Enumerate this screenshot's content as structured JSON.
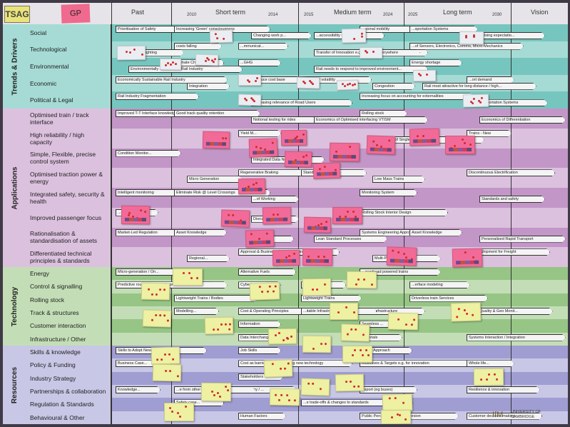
{
  "header": {
    "logo": "TSAG",
    "owner_note": "GP",
    "columns": [
      {
        "key": "past",
        "label": "Past"
      },
      {
        "key": "short",
        "label": "Short term"
      },
      {
        "key": "medium",
        "label": "Medium term"
      },
      {
        "key": "long",
        "label": "Long term"
      },
      {
        "key": "vision",
        "label": "Vision"
      }
    ],
    "years": [
      "2010",
      "2014",
      "2015",
      "2024",
      "2025",
      "2030"
    ]
  },
  "sections": [
    {
      "key": "trends",
      "label": "Trends & Drivers",
      "color": "#78c8c2",
      "rows": [
        {
          "key": "social",
          "label": "Social"
        },
        {
          "key": "technological",
          "label": "Technological"
        },
        {
          "key": "environmental",
          "label": "Environmental"
        },
        {
          "key": "economic",
          "label": "Economic"
        },
        {
          "key": "political",
          "label": "Political & Legal"
        }
      ]
    },
    {
      "key": "applications",
      "label": "Applications",
      "color": "#c79ac9",
      "rows": [
        {
          "key": "opt-train",
          "label": "Optimised train / track interface"
        },
        {
          "key": "reliability",
          "label": "High reliability / high capacity"
        },
        {
          "key": "simple",
          "label": "Simple, Flexible, precise control system"
        },
        {
          "key": "traction",
          "label": "Optimised traction power & energy"
        },
        {
          "key": "safety",
          "label": "Integrated safety, security & health"
        },
        {
          "key": "passenger",
          "label": "Improved passenger focus"
        },
        {
          "key": "rationalisation",
          "label": "Rationalisation & standardisation of assets"
        },
        {
          "key": "differentiated",
          "label": "Differentiated technical principles & standards"
        }
      ]
    },
    {
      "key": "technology",
      "label": "Technology",
      "color": "#9cc98a",
      "rows": [
        {
          "key": "energy",
          "label": "Energy"
        },
        {
          "key": "control",
          "label": "Control & signalling"
        },
        {
          "key": "rolling",
          "label": "Rolling stock"
        },
        {
          "key": "track",
          "label": "Track & structures"
        },
        {
          "key": "customer",
          "label": "Customer interaction"
        },
        {
          "key": "infra",
          "label": "Infrastructure / Other"
        }
      ]
    },
    {
      "key": "resources",
      "label": "Resources",
      "color": "#a6a4d4",
      "rows": [
        {
          "key": "skills",
          "label": "Skills & knowledge"
        },
        {
          "key": "policy",
          "label": "Policy & Funding"
        },
        {
          "key": "industry",
          "label": "Industry Strategy"
        },
        {
          "key": "partnerships",
          "label": "Partnerships & collaboration"
        },
        {
          "key": "regulation",
          "label": "Regulation & Standards"
        },
        {
          "key": "behavioural",
          "label": "Behavioural & Other"
        }
      ]
    }
  ],
  "arrows": [
    {
      "row": "social",
      "text": "Prioritisation of Safety"
    },
    {
      "row": "social",
      "text": "Changing work p..."
    },
    {
      "row": "social",
      "text": "...sional mobility"
    },
    {
      "row": "social",
      "text": "Rising expectatio..."
    },
    {
      "row": "social",
      "text": "Increasing 'Green' consciousness"
    },
    {
      "row": "social",
      "text": "...accessibility needs"
    },
    {
      "row": "social",
      "text": "...sportation Systems"
    },
    {
      "row": "technological",
      "text": "costs falling"
    },
    {
      "row": "technological",
      "text": "Transfer of Innovation e.g. Auto / Aero → Rail Indus..."
    },
    {
      "row": "technological",
      "text": "...of Sensors, Electronics, Comms, Micro-Mechanics"
    },
    {
      "row": "technological",
      "text": "...ght weighting"
    },
    {
      "row": "technological",
      "text": "...mmunicat..."
    },
    {
      "row": "technological",
      "text": "...everywhere"
    },
    {
      "row": "environmental",
      "text": "Climate Cha..."
    },
    {
      "row": "environmental",
      "text": "Rail needs to respond to improved environment..."
    },
    {
      "row": "environmental",
      "text": "Energy shortage"
    },
    {
      "row": "environmental",
      "text": "Environmentally Sustainable Rail Industry"
    },
    {
      "row": "environmental",
      "text": "...GHG"
    },
    {
      "row": "economic",
      "text": "Need to reduce cost base"
    },
    {
      "row": "economic",
      "text": "Congestion"
    },
    {
      "row": "economic",
      "text": "...ort demand"
    },
    {
      "row": "economic",
      "text": "Integration"
    },
    {
      "row": "economic",
      "text": "Oil Price / volatility"
    },
    {
      "row": "economic",
      "text": "Rail most attractive for long distance / high..."
    },
    {
      "row": "economic",
      "text": "Economically Sustainable Rail Industry"
    },
    {
      "row": "political",
      "text": "Rail Industry Fragmentation"
    },
    {
      "row": "political",
      "text": "Increasing relevance of Road Users"
    },
    {
      "row": "political",
      "text": "Increasing focus on accounting for externalities"
    },
    {
      "row": "political",
      "text": "...sportation Systems"
    },
    {
      "row": "opt-train",
      "text": "Improved T-T Interface knowledge"
    },
    {
      "row": "opt-train",
      "text": "Notional testing for rides"
    },
    {
      "row": "opt-train",
      "text": "Rolling stock"
    },
    {
      "row": "opt-train",
      "text": "Economics of Differentiation"
    },
    {
      "row": "opt-train",
      "text": "Good track quality retention"
    },
    {
      "row": "opt-train",
      "text": "Economics of Optimised interfacing VTISM"
    },
    {
      "row": "reliability",
      "text": "Yield M..."
    },
    {
      "row": "reliability",
      "text": "Elimination of Single Point Of Failure"
    },
    {
      "row": "reliability",
      "text": "Trains - New"
    },
    {
      "row": "simple",
      "text": "Condition Monitor..."
    },
    {
      "row": "simple",
      "text": "Integrated Data Network"
    },
    {
      "row": "traction",
      "text": "Regenerative Braking"
    },
    {
      "row": "traction",
      "text": "Low Mass Trains"
    },
    {
      "row": "traction",
      "text": "Discontinuous Electrification"
    },
    {
      "row": "traction",
      "text": "Micro Generation"
    },
    {
      "row": "traction",
      "text": "Standards for Carbon"
    },
    {
      "row": "safety",
      "text": "Intelligent monitoring"
    },
    {
      "row": "safety",
      "text": "...of Working"
    },
    {
      "row": "safety",
      "text": "Monitoring System"
    },
    {
      "row": "safety",
      "text": "Standards and safety"
    },
    {
      "row": "safety",
      "text": "Eliminate Risk @ Level Crossings"
    },
    {
      "row": "passenger",
      "text": "...ology"
    },
    {
      "row": "passenger",
      "text": "Disruption..."
    },
    {
      "row": "passenger",
      "text": "Rolling Stock Interior Design"
    },
    {
      "row": "rationalisation",
      "text": "Market-Led Regulation"
    },
    {
      "row": "rationalisation",
      "text": "Modular..."
    },
    {
      "row": "rationalisation",
      "text": "Systems Engineering Approach"
    },
    {
      "row": "rationalisation",
      "text": "Personalised Rapid Transport"
    },
    {
      "row": "rationalisation",
      "text": "Asset Knowledge"
    },
    {
      "row": "rationalisation",
      "text": "Lean Standard Processes"
    },
    {
      "row": "rationalisation",
      "text": "Asset Knowledge"
    },
    {
      "row": "differentiated",
      "text": "Approval & Business Case Modelling"
    },
    {
      "row": "differentiated",
      "text": "Multi-Purpose Corr..."
    },
    {
      "row": "differentiated",
      "text": "Trains Shipment for Freight"
    },
    {
      "row": "differentiated",
      "text": "Regional..."
    },
    {
      "row": "energy",
      "text": "Micro-generation / On..."
    },
    {
      "row": "energy",
      "text": "Alternative Fuels"
    },
    {
      "row": "energy",
      "text": "...overhead powered trains"
    },
    {
      "row": "control",
      "text": "Modelling"
    },
    {
      "row": "control",
      "text": "...ration..."
    },
    {
      "row": "control",
      "text": "...erface modeling"
    },
    {
      "row": "control",
      "text": "Predictive routing, Control Algorithms"
    },
    {
      "row": "control",
      "text": "Cyberlog"
    },
    {
      "row": "rolling",
      "text": "Lightweight Trains / Bodies"
    },
    {
      "row": "rolling",
      "text": "Lightweight Trains"
    },
    {
      "row": "rolling",
      "text": "Driverless train Services"
    },
    {
      "row": "track",
      "text": "Cost & Operating Principles"
    },
    {
      "row": "track",
      "text": "CM on Infrastructure"
    },
    {
      "row": "track",
      "text": "Track Quality & Geo Monit..."
    },
    {
      "row": "track",
      "text": "Modelling..."
    },
    {
      "row": "track",
      "text": "...itable Infrastructure"
    },
    {
      "row": "customer",
      "text": "Information"
    },
    {
      "row": "customer",
      "text": "Seamless ..."
    },
    {
      "row": "infra",
      "text": "Data Interchange"
    },
    {
      "row": "infra",
      "text": "Materials"
    },
    {
      "row": "infra",
      "text": "Systems Interaction / Integration"
    },
    {
      "row": "skills",
      "text": "Skills to Adopt New Technology"
    },
    {
      "row": "skills",
      "text": "Job Skills"
    },
    {
      "row": "skills",
      "text": "...ems Approach"
    },
    {
      "row": "policy",
      "text": "Business Case..."
    },
    {
      "row": "policy",
      "text": "Cost as barrier to implementing new technology"
    },
    {
      "row": "policy",
      "text": "Incentives & Targets e.g. for innovation"
    },
    {
      "row": "policy",
      "text": "Whole life..."
    },
    {
      "row": "industry",
      "text": "Stakeholders"
    },
    {
      "row": "partnerships",
      "text": "Knowledge..."
    },
    {
      "row": "partnerships",
      "text": "...industry / ..."
    },
    {
      "row": "partnerships",
      "text": "Export (eg buses)"
    },
    {
      "row": "partnerships",
      "text": "Resilience & innovation"
    },
    {
      "row": "partnerships",
      "text": "...e from other industries"
    },
    {
      "row": "regulation",
      "text": "Safety case..."
    },
    {
      "row": "regulation",
      "text": "...e trade-offs & changes to standards"
    },
    {
      "row": "behavioural",
      "text": "Human Factors"
    },
    {
      "row": "behavioural",
      "text": "Public Perception & Risk Aversion"
    },
    {
      "row": "behavioural",
      "text": "Customer decision making"
    }
  ],
  "footer": {
    "ifm": "IfM",
    "university_line1": "UNIVERSITY OF",
    "university_line2": "CAMBRIDGE"
  }
}
